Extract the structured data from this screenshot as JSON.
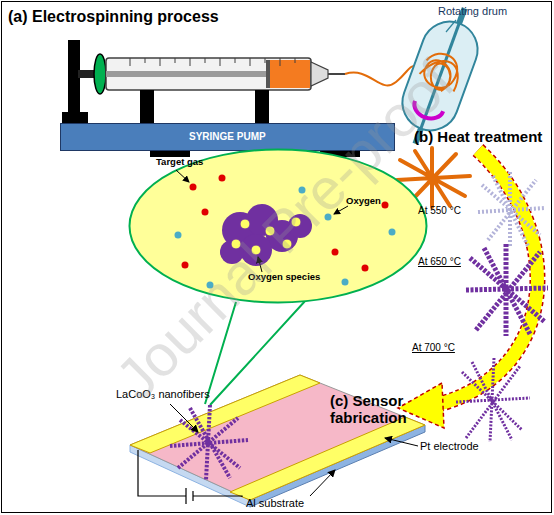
{
  "diagram": {
    "nodes": [
      {
        "text": [
          "SYRINGE PUMP"
        ]
      },
      {
        "text": [
          "Target gas",
          "Oxygen",
          "Oxygen species"
        ]
      }
    ],
    "labels": [
      "(a) Electrospinning process",
      "Rotating drum",
      "(b) Heat treatment",
      "At 550 °C",
      "At 650 °C",
      "At 700 °C",
      "LaCoO₃ nanofibers",
      "(c) Sensor fabrication",
      "Pt electrode",
      "Al substrate",
      "Journal Pre-proof"
    ]
  }
}
